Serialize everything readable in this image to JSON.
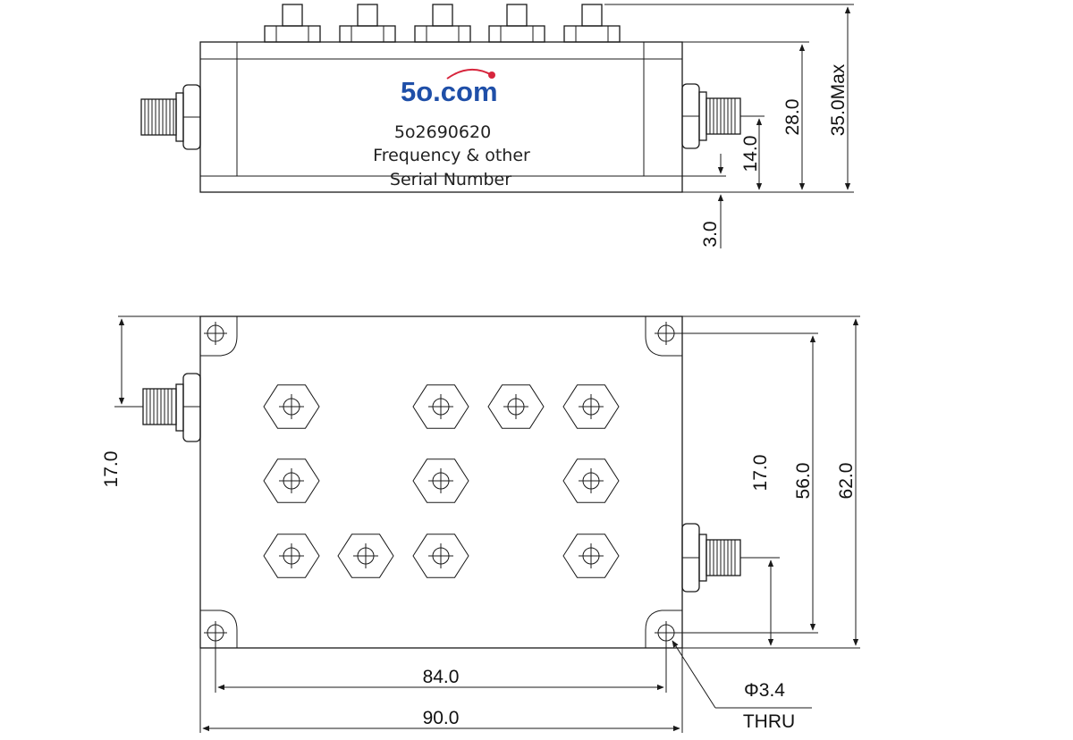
{
  "top_view": {
    "brand_logo": "5o.com",
    "part_number": "5o2690620",
    "label_line1": "Frequency & other",
    "label_line2": "Serial Number",
    "dims": {
      "height_max": "35.0Max",
      "body_height": "28.0",
      "connector_height": "14.0",
      "base_offset": "3.0"
    }
  },
  "bottom_view": {
    "dims": {
      "left_connector_offset": "17.0",
      "right_connector_offset": "17.0",
      "hole_spacing_y": "56.0",
      "overall_y": "62.0",
      "hole_spacing_x": "84.0",
      "overall_x": "90.0"
    },
    "hole_callout_line1": "Φ3.4",
    "hole_callout_line2": "THRU"
  },
  "colors": {
    "line": "#1a1a1a",
    "brand_blue": "#1f4fa8",
    "brand_red_dot": "#d7263d"
  }
}
